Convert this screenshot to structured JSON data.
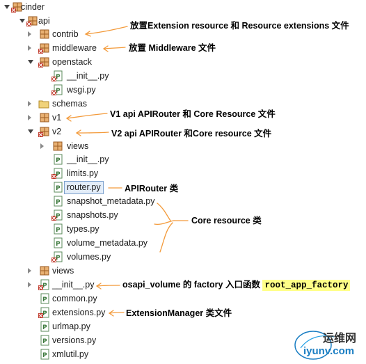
{
  "tree": [
    {
      "label": "cinder",
      "icon": "package-folder-icon",
      "toggle": "expanded"
    },
    {
      "label": "api",
      "icon": "package-folder-icon",
      "toggle": "expanded"
    },
    {
      "label": "contrib",
      "icon": "package-icon",
      "toggle": "collapsed"
    },
    {
      "label": "middleware",
      "icon": "package-folder-icon",
      "toggle": "collapsed"
    },
    {
      "label": "openstack",
      "icon": "package-folder-icon",
      "toggle": "expanded"
    },
    {
      "label": "__init__.py",
      "icon": "python-file-error-icon",
      "toggle": "none"
    },
    {
      "label": "wsgi.py",
      "icon": "python-file-error-icon",
      "toggle": "none"
    },
    {
      "label": "schemas",
      "icon": "folder-icon",
      "toggle": "collapsed"
    },
    {
      "label": "v1",
      "icon": "package-icon",
      "toggle": "collapsed"
    },
    {
      "label": "v2",
      "icon": "package-folder-icon",
      "toggle": "expanded"
    },
    {
      "label": "views",
      "icon": "package-icon",
      "toggle": "collapsed"
    },
    {
      "label": "__init__.py",
      "icon": "python-file-icon",
      "toggle": "none"
    },
    {
      "label": "limits.py",
      "icon": "python-file-error-icon",
      "toggle": "none"
    },
    {
      "label": "router.py",
      "icon": "python-file-icon",
      "toggle": "none",
      "selected": true
    },
    {
      "label": "snapshot_metadata.py",
      "icon": "python-file-icon",
      "toggle": "none"
    },
    {
      "label": "snapshots.py",
      "icon": "python-file-error-icon",
      "toggle": "none"
    },
    {
      "label": "types.py",
      "icon": "python-file-icon",
      "toggle": "none"
    },
    {
      "label": "volume_metadata.py",
      "icon": "python-file-icon",
      "toggle": "none"
    },
    {
      "label": "volumes.py",
      "icon": "python-file-error-icon",
      "toggle": "none"
    },
    {
      "label": "views",
      "icon": "package-icon",
      "toggle": "collapsed"
    },
    {
      "label": "__init__.py",
      "icon": "python-file-error-icon",
      "toggle": "collapsed"
    },
    {
      "label": "common.py",
      "icon": "python-file-icon",
      "toggle": "none"
    },
    {
      "label": "extensions.py",
      "icon": "python-file-error-icon",
      "toggle": "none"
    },
    {
      "label": "urlmap.py",
      "icon": "python-file-icon",
      "toggle": "none"
    },
    {
      "label": "versions.py",
      "icon": "python-file-icon",
      "toggle": "none"
    },
    {
      "label": "xmlutil.py",
      "icon": "python-file-icon",
      "toggle": "none"
    }
  ],
  "annotations": {
    "contrib": "放置Extension resource 和 Resource extensions 文件",
    "middleware": "放置 Middleware 文件",
    "v1": "V1 api APIRouter 和 Core Resource 文件",
    "v2": "V2 api APIRouter 和Core resource 文件",
    "router": "APIRouter 类",
    "core_resource": "Core resource 类",
    "init_prefix": "osapi_volume 的 factory 入口函数",
    "init_code": "root_app_factory",
    "extensions": "ExtensionManager 类文件"
  },
  "watermark": {
    "brand": "运维网",
    "url": "iyunv.com"
  },
  "colors": {
    "annotation_arrow": "#f39a3a",
    "selection_fill": "#e3edf9",
    "selection_border": "#7da2ce",
    "highlight": "#ffff88"
  }
}
